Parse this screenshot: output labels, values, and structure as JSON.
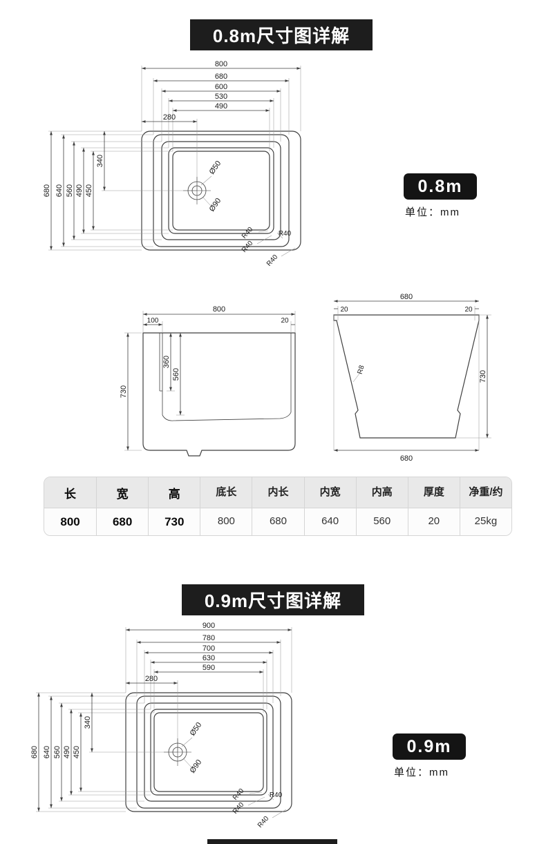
{
  "colors": {
    "banner_bg": "#1d1d1d",
    "banner_text": "#ffffff",
    "line": "#3f3f3f",
    "table_header_bg": "#e9e9e9"
  },
  "section_08m": {
    "title": "0.8m尺寸图详解",
    "badge": "0.8m",
    "unit_label": "单位：mm",
    "top_view": {
      "width_dims": [
        "800",
        "680",
        "600",
        "530",
        "490"
      ],
      "drain_offset_x": "280",
      "height_dims": [
        "680",
        "640",
        "560",
        "490",
        "450"
      ],
      "drain_offset_y": "340",
      "drain_small": "Ø50",
      "drain_large": "Ø90",
      "corner_radius": "R40"
    },
    "front_view": {
      "width": "800",
      "left_offset": "100",
      "wall_thickness": "20",
      "upper_inner_depth": "360",
      "inner_height": "560",
      "height": "730"
    },
    "side_view": {
      "top_width": "680",
      "lip_left": "20",
      "lip_right": "20",
      "corner_radius": "R8",
      "height": "730",
      "bottom_width": "680"
    }
  },
  "spec_table": {
    "headers": [
      "长",
      "宽",
      "高",
      "底长",
      "内长",
      "内宽",
      "内高",
      "厚度",
      "净重/约"
    ],
    "values": [
      "800",
      "680",
      "730",
      "800",
      "680",
      "640",
      "560",
      "20",
      "25kg"
    ]
  },
  "section_09m": {
    "title": "0.9m尺寸图详解",
    "badge": "0.9m",
    "unit_label": "单位：mm",
    "top_view": {
      "width_dims": [
        "900",
        "780",
        "700",
        "630",
        "590"
      ],
      "drain_offset_x": "280",
      "height_dims": [
        "680",
        "640",
        "560",
        "490",
        "450"
      ],
      "drain_offset_y": "340",
      "drain_small": "Ø50",
      "drain_large": "Ø90",
      "corner_radius": "R40"
    }
  }
}
